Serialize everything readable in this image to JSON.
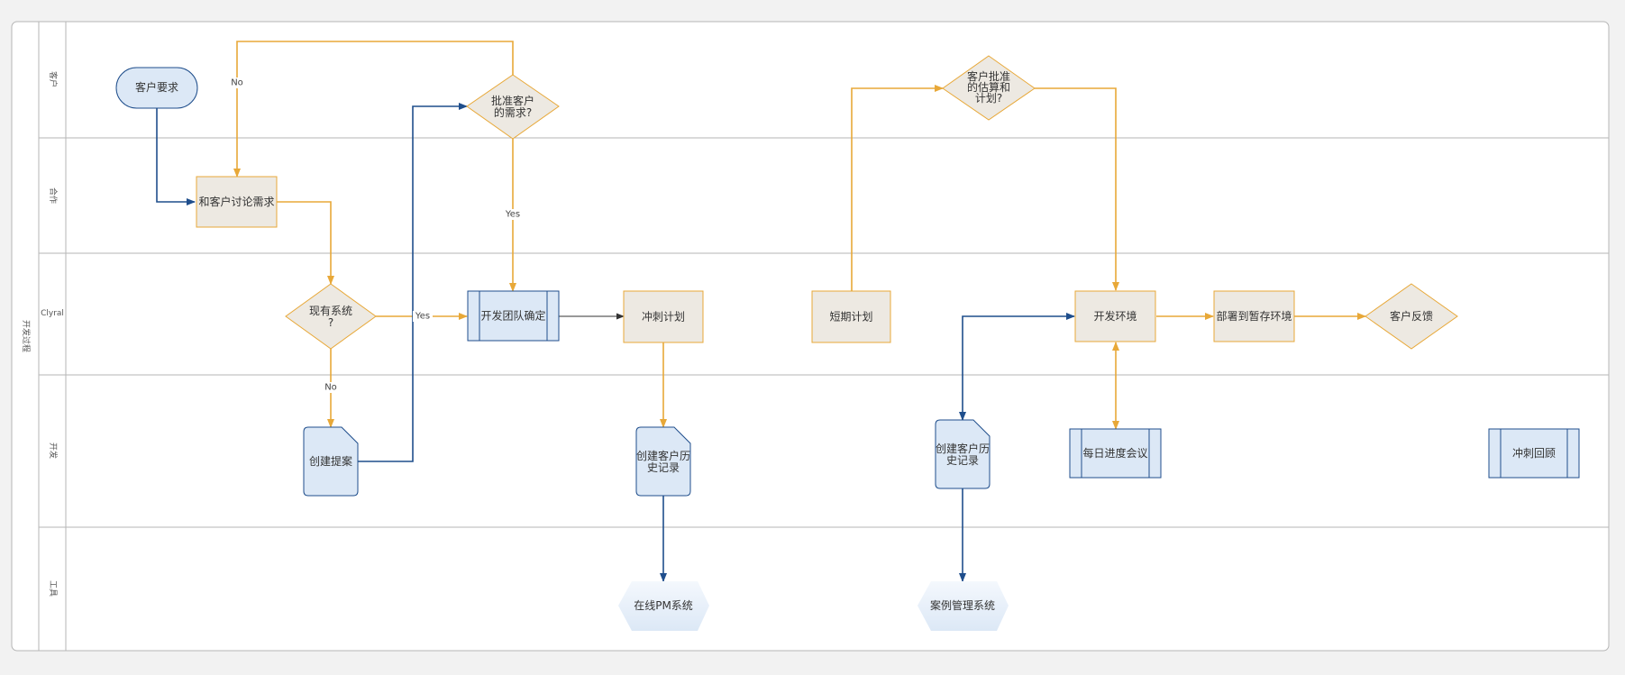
{
  "diagram": {
    "pool_title": "开发过程",
    "lanes": [
      {
        "id": "customer",
        "label": "客户"
      },
      {
        "id": "partner",
        "label": "合作"
      },
      {
        "id": "clyral",
        "label": "Clyral"
      },
      {
        "id": "dev",
        "label": "开发"
      },
      {
        "id": "tools",
        "label": "工具"
      }
    ],
    "nodes": [
      {
        "id": "customer-request",
        "label": "客户要求",
        "shape": "terminator"
      },
      {
        "id": "discuss-requirements",
        "label": "和客户讨论需求",
        "shape": "process"
      },
      {
        "id": "approve-requirements",
        "label": "批准客户的需求?",
        "shape": "decision"
      },
      {
        "id": "existing-system",
        "label": "现有系统?",
        "shape": "decision"
      },
      {
        "id": "team-confirm",
        "label": "开发团队确定",
        "shape": "subprocess"
      },
      {
        "id": "sprint-plan",
        "label": "冲刺计划",
        "shape": "process"
      },
      {
        "id": "short-plan",
        "label": "短期计划",
        "shape": "process"
      },
      {
        "id": "approve-estimate",
        "label": "客户批准的估算和计划?",
        "shape": "decision"
      },
      {
        "id": "dev-env",
        "label": "开发环境",
        "shape": "process"
      },
      {
        "id": "deploy-staging",
        "label": "部署到暂存环境",
        "shape": "process"
      },
      {
        "id": "customer-feedback",
        "label": "客户反馈",
        "shape": "decision"
      },
      {
        "id": "create-proposal",
        "label": "创建提案",
        "shape": "card"
      },
      {
        "id": "create-history-1",
        "label": "创建客户历史记录",
        "shape": "card"
      },
      {
        "id": "create-history-2",
        "label": "创建客户历史记录",
        "shape": "card"
      },
      {
        "id": "daily-standup",
        "label": "每日进度会议",
        "shape": "subprocess"
      },
      {
        "id": "sprint-review",
        "label": "冲刺回顾",
        "shape": "subprocess"
      },
      {
        "id": "online-pm",
        "label": "在线PM系统",
        "shape": "display"
      },
      {
        "id": "case-mgmt",
        "label": "案例管理系统",
        "shape": "display"
      }
    ],
    "edge_labels": {
      "no_top": "No",
      "yes_mid": "Yes",
      "yes_right": "Yes",
      "no_bottom": "No"
    },
    "colors": {
      "orange": "#e8a838",
      "navy": "#1f4e8c",
      "process_fill": "#ede9e2",
      "blue_fill": "#dce8f6"
    }
  }
}
